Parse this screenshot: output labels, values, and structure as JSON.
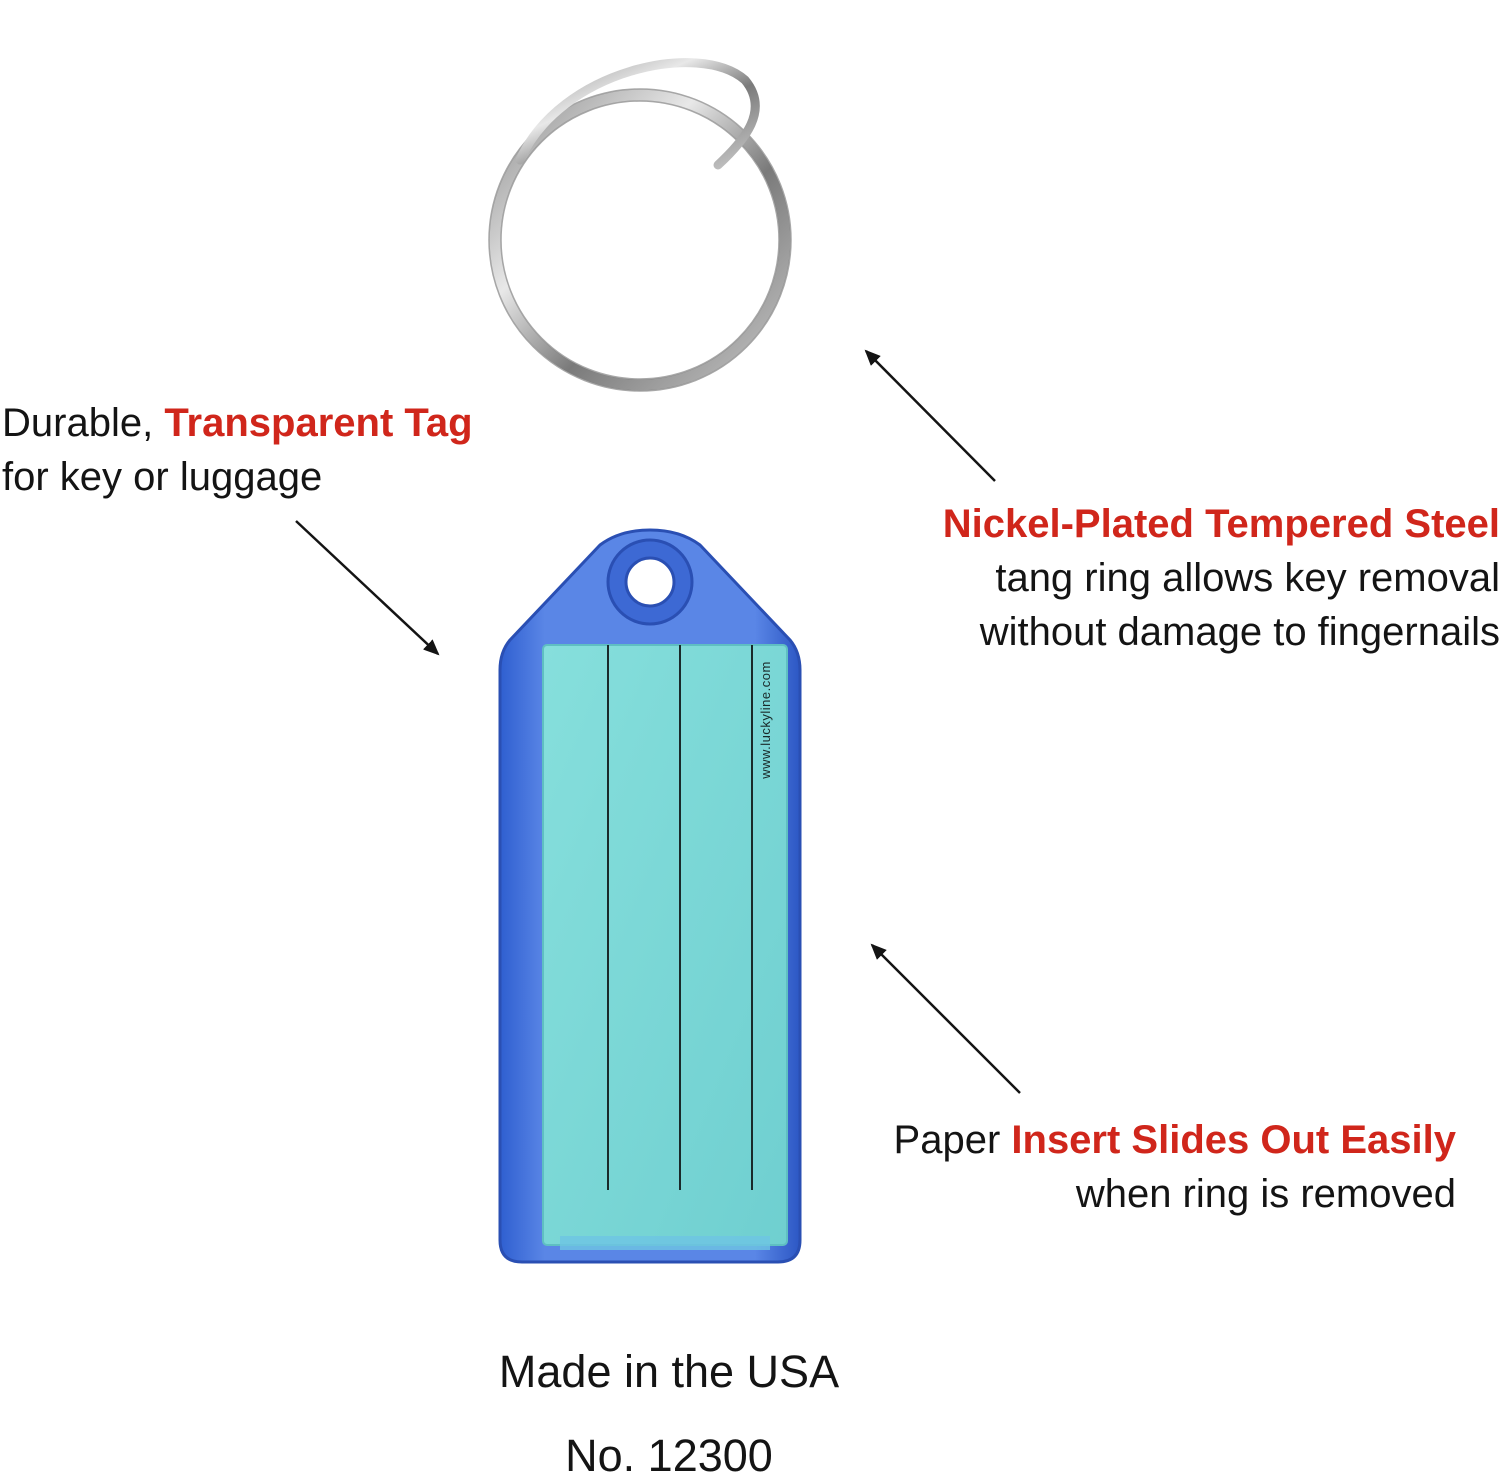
{
  "callouts": {
    "tag": {
      "prefix": "Durable, ",
      "highlight": "Transparent Tag",
      "line2": "for key or luggage"
    },
    "ring": {
      "highlight": "Nickel-Plated Tempered Steel",
      "line2": "tang ring allows key removal",
      "line3": "without damage to fingernails"
    },
    "insert": {
      "prefix": "Paper ",
      "highlight": "Insert Slides Out Easily",
      "line2": "when ring is removed"
    }
  },
  "tag_insert": {
    "url": "www.luckyline.com"
  },
  "footer": {
    "made_in": "Made in the USA",
    "model_number": "No. 12300"
  },
  "colors": {
    "highlight": "#d0261b",
    "text": "#141414",
    "tag_plastic": "#3f6fd8",
    "tag_insert": "#7fd9d6",
    "ring_metal": "#a6a6a6"
  }
}
